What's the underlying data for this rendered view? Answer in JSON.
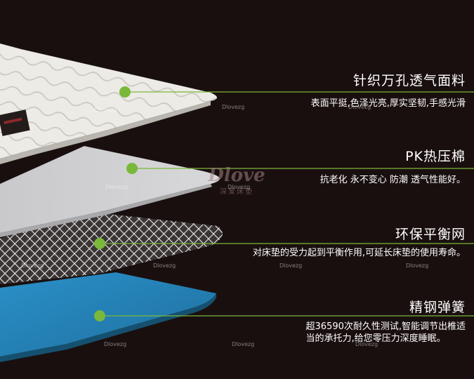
{
  "accent_color": "#7ab83a",
  "layers": [
    {
      "title": "针织万孔透气面料",
      "lines": [
        "表面平挺,色泽光亮,厚实坚韧,手感光滑"
      ]
    },
    {
      "title": "PK热压棉",
      "lines": [
        "抗老化 永不变心 防潮 透气性能好。"
      ]
    },
    {
      "title": "环保平衡网",
      "lines": [
        "对床垫的受力起到平衡作用,可延长床垫的使用寿命。"
      ]
    },
    {
      "title": "精钢弹簧",
      "lines": [
        "超36590次耐久性测试,智能调节出椎适",
        "当的承托力,给您零压力深度睡眠。"
      ]
    }
  ],
  "watermark": "Dlovezg",
  "logo": {
    "mark": "Dlove",
    "subtitle": "深爱床垫"
  }
}
